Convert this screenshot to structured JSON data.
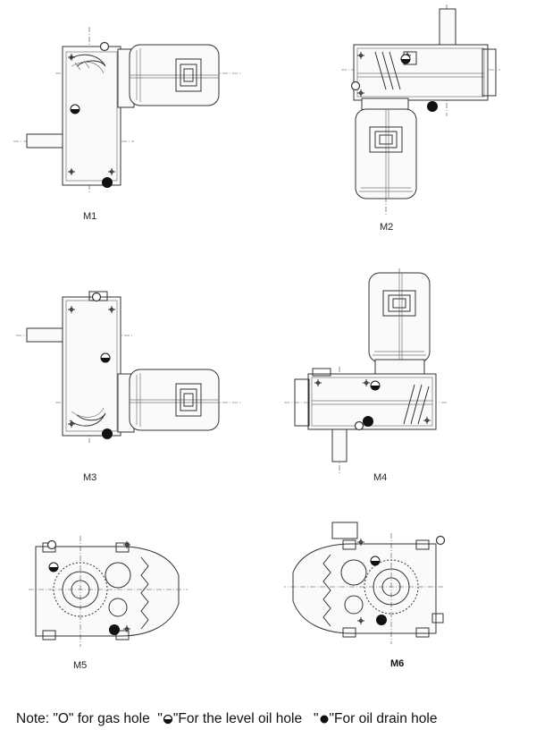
{
  "labels": {
    "m1": "M1",
    "m2": "M2",
    "m3": "M3",
    "m4": "M4",
    "m5": "M5",
    "m6": "M6"
  },
  "note": {
    "prefix": "Note: ",
    "gas": "\"O\" for gas hole",
    "level_open": "\"",
    "level": "\"For the level oil hole",
    "drain_open": "\"",
    "drain": "\"For oil drain hole"
  },
  "icons": {
    "gas_hole": "open-circle",
    "level_oil_hole": "half-filled-circle",
    "oil_drain_hole": "filled-circle"
  }
}
